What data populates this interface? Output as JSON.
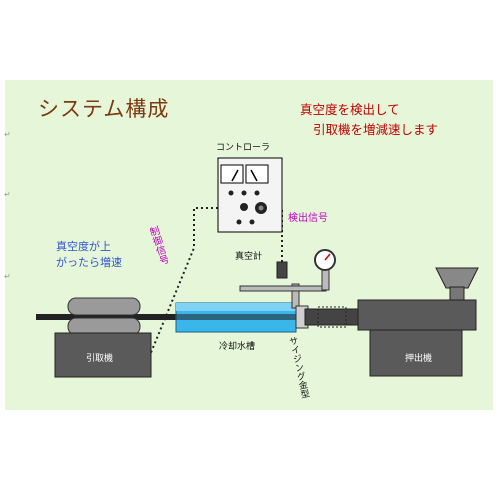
{
  "title": "システム構成",
  "notice_line1": "真空度を検出して",
  "notice_line2": "引取機を増減速します",
  "labels": {
    "controller": "コントローラ",
    "detection_signal": "検出信号",
    "control_signal": "制御信号",
    "vacuum_gauge": "真空計",
    "speedup_line1": "真空度が上",
    "speedup_line2": "がったら増速",
    "puller": "引取機",
    "cooling_tank": "冷却水槽",
    "sizing_die": "サイジング金型",
    "extruder": "押出機"
  },
  "colors": {
    "title": "#7a3a12",
    "notice": "#c00000",
    "signal_label": "#c000c0",
    "note_label": "#3355cc",
    "panel": "#e6f7d9",
    "water": "#39b6ea",
    "machine": "#555555"
  }
}
